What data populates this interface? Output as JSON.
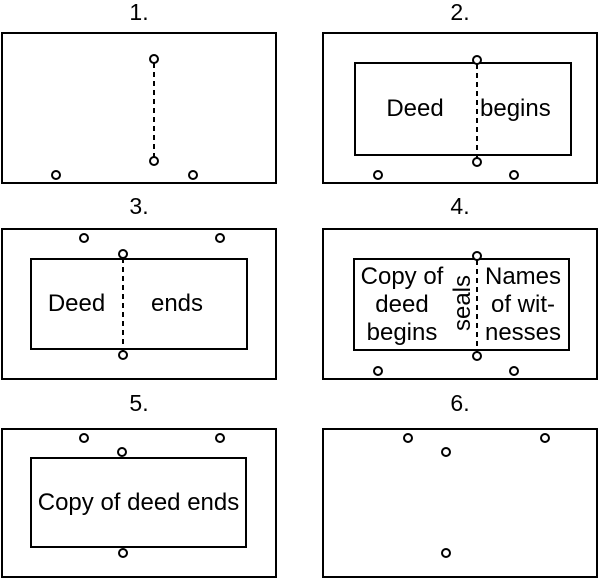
{
  "figure": {
    "colors": {
      "ink": "#000000",
      "paper": "#ffffff"
    },
    "panels": [
      {
        "label": "1."
      },
      {
        "label": "2.",
        "left_text": "Deed",
        "right_text": "begins"
      },
      {
        "label": "3.",
        "left_text": "Deed",
        "right_text": "ends"
      },
      {
        "label": "4.",
        "left_lines": [
          "Copy of",
          "deed",
          "begins"
        ],
        "seal_text": "seals",
        "right_lines": [
          "Names",
          "of wit-",
          "nesses"
        ]
      },
      {
        "label": "5.",
        "text": "Copy of deed ends"
      },
      {
        "label": "6."
      }
    ]
  }
}
